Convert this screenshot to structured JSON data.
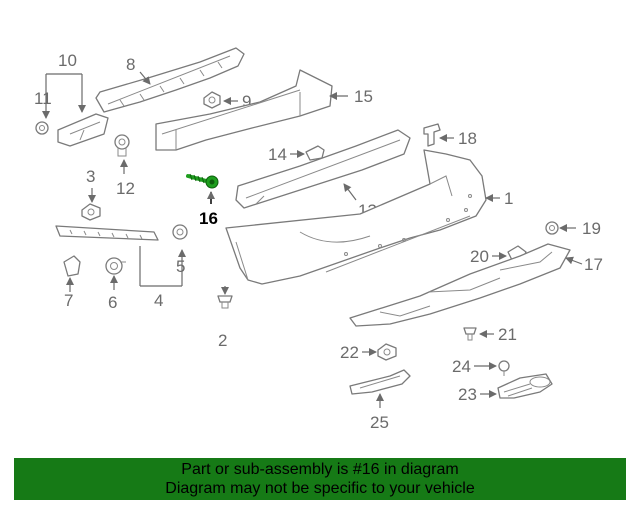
{
  "diagram": {
    "callouts": {
      "c1": "1",
      "c2": "2",
      "c3": "3",
      "c4": "4",
      "c5": "5",
      "c6": "6",
      "c7": "7",
      "c8": "8",
      "c9": "9",
      "c10": "10",
      "c11": "11",
      "c12": "12",
      "c13": "13",
      "c14": "14",
      "c15": "15",
      "c16": "16",
      "c17": "17",
      "c18": "18",
      "c19": "19",
      "c20": "20",
      "c21": "21",
      "c22": "22",
      "c23": "23",
      "c24": "24",
      "c25": "25"
    },
    "highlighted_part": "16",
    "colors": {
      "line_art": "#7a7a7a",
      "label": "#6b6b6b",
      "highlight_part": "#1e9e1e",
      "banner_bg": "#167a16"
    }
  },
  "banner": {
    "line1": "Part or sub-assembly is #16 in diagram",
    "line2": "Diagram may not be specific to your vehicle"
  }
}
